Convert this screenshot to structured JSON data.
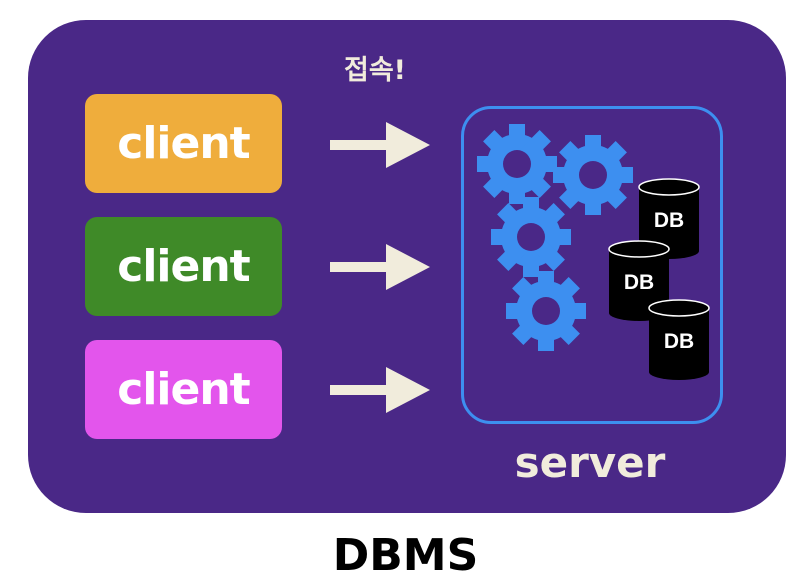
{
  "diagram": {
    "connect_label": "접속!",
    "clients": [
      {
        "label": "client",
        "color": "#efad3c"
      },
      {
        "label": "client",
        "color": "#3f8a28"
      },
      {
        "label": "client",
        "color": "#e355ec"
      }
    ],
    "server_label": "server",
    "databases": [
      {
        "label": "DB"
      },
      {
        "label": "DB"
      },
      {
        "label": "DB"
      }
    ],
    "title": "DBMS",
    "colors": {
      "panel": "#4a2887",
      "arrow": "#f1ecdc",
      "server_border": "#3d8ff0",
      "gear": "#3d8ff0",
      "db": "#000000"
    }
  }
}
